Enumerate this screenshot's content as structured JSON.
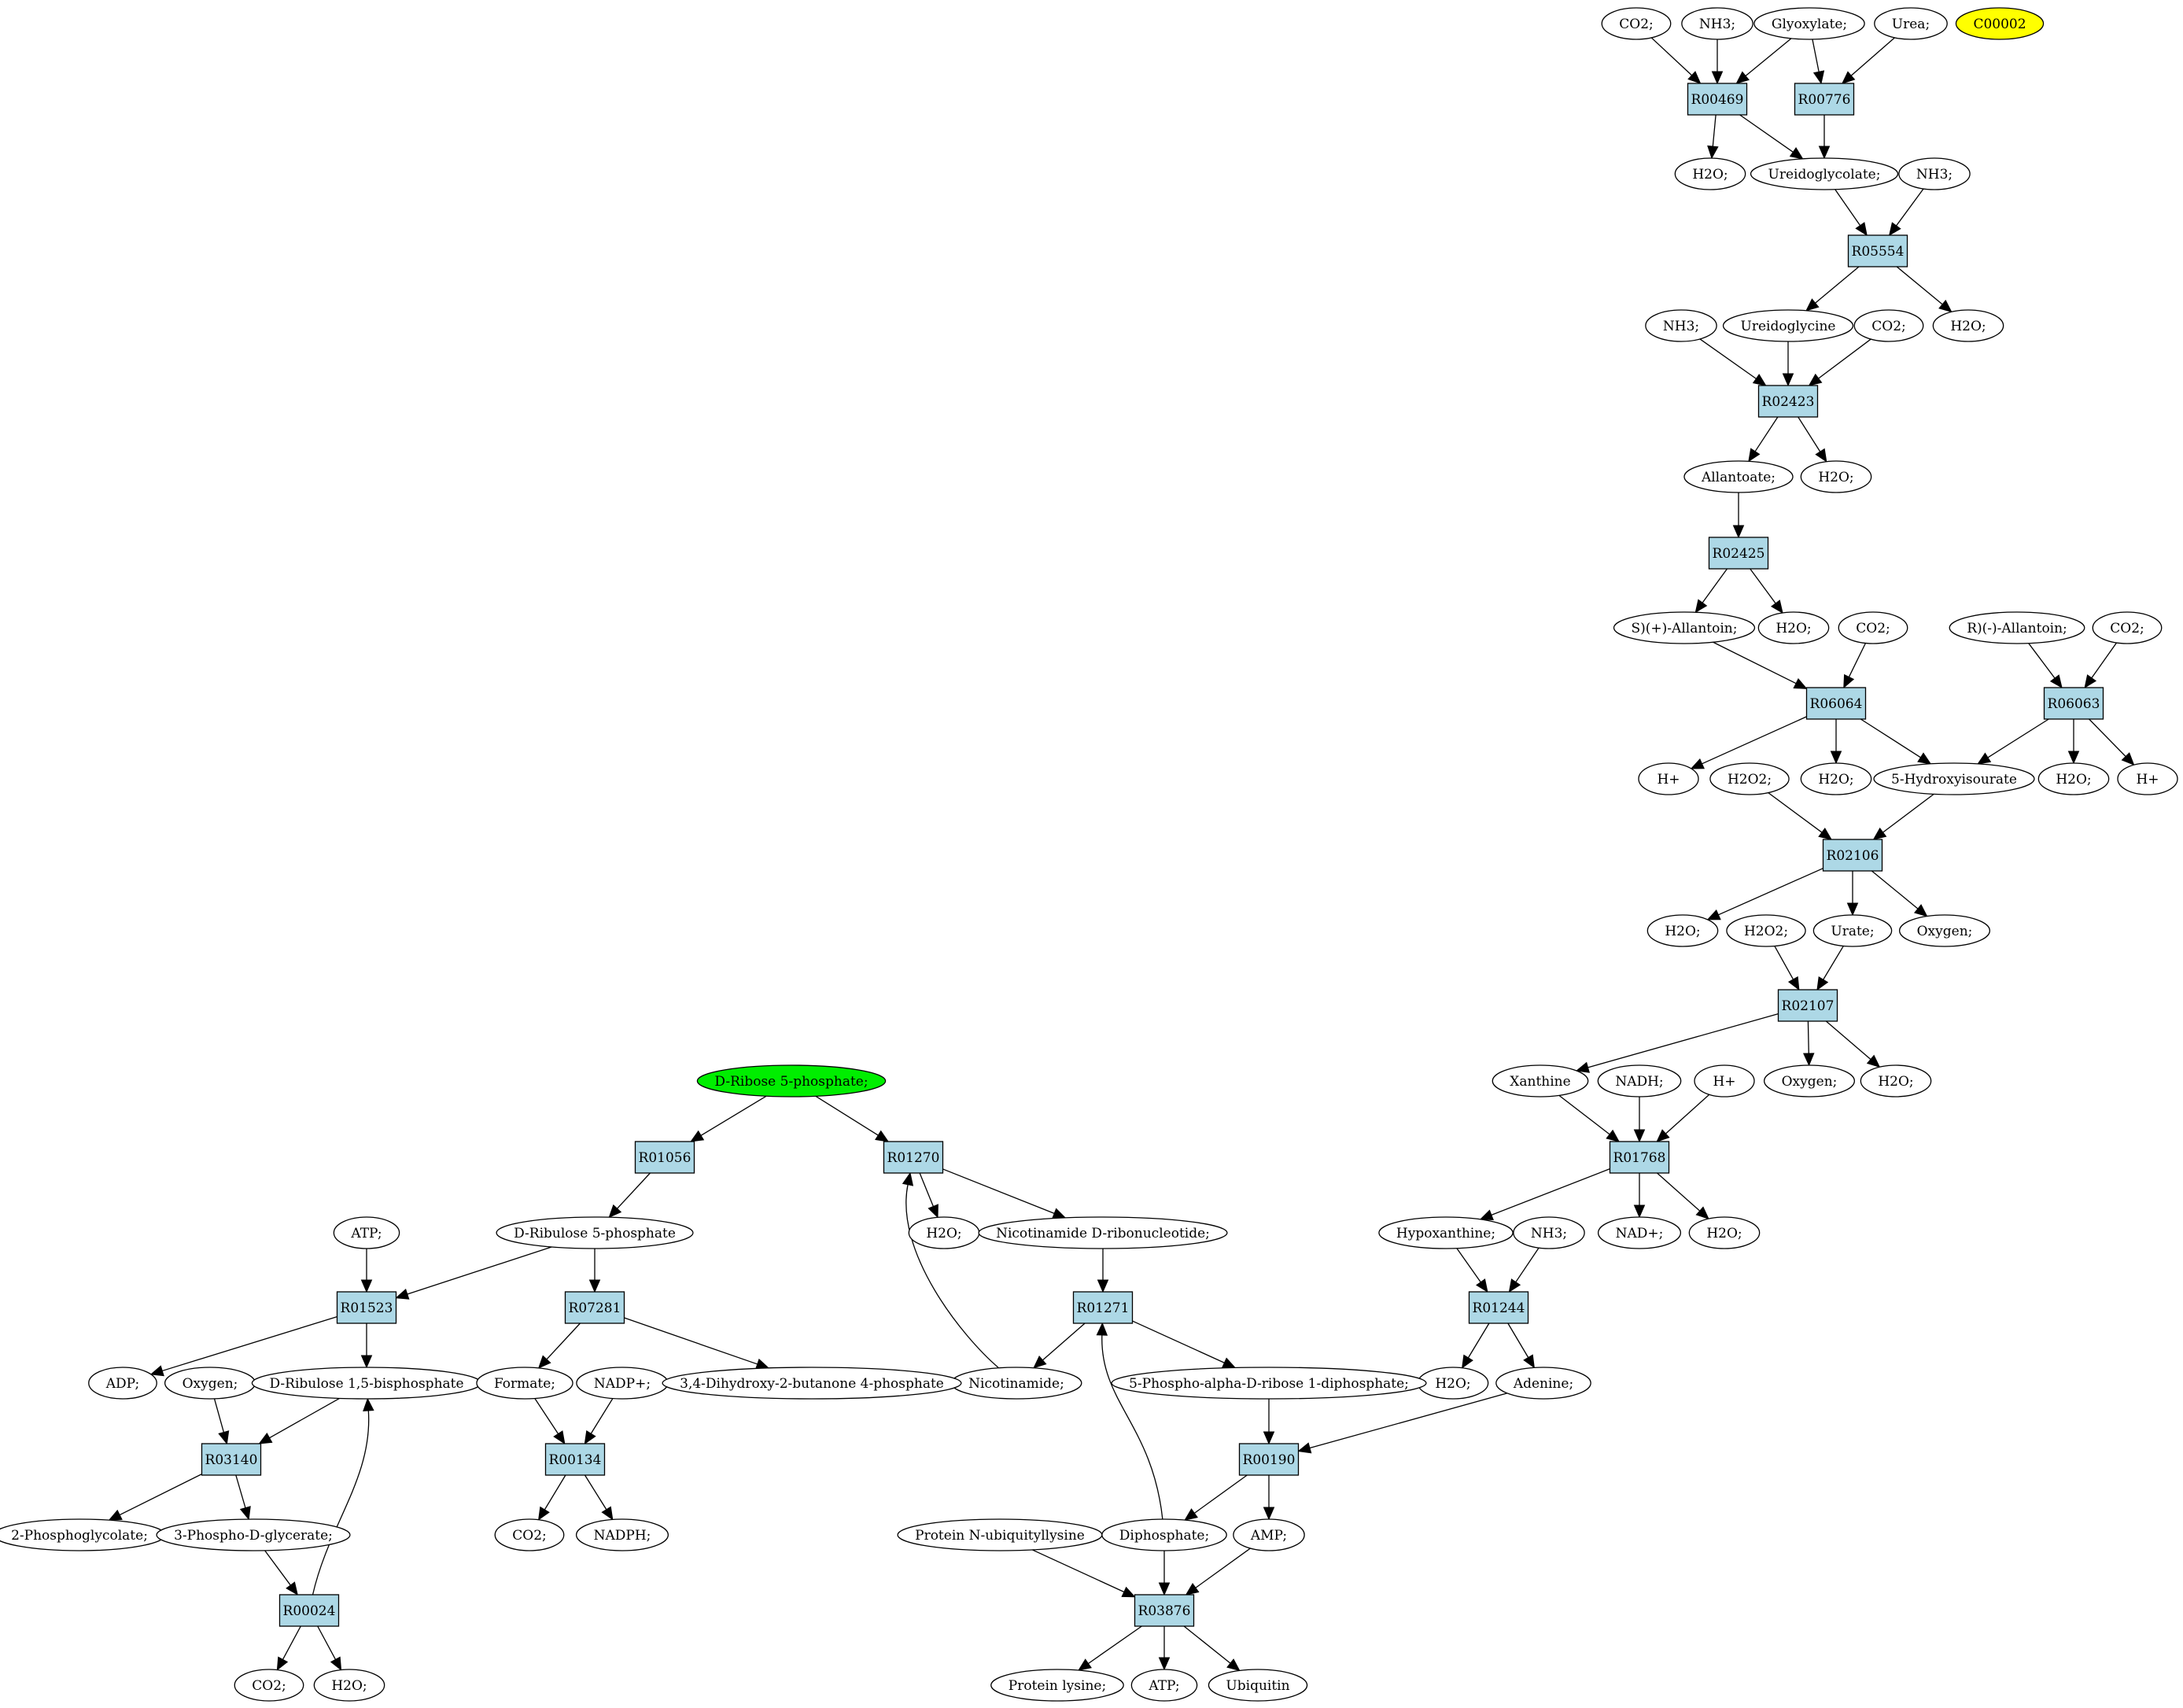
{
  "colors": {
    "reaction": "#add8e6",
    "compound": "#ffffff",
    "start": "#00ee00",
    "target": "#ffff00"
  },
  "reactions": [
    {
      "id": "R00469",
      "label": "R00469"
    },
    {
      "id": "R00776",
      "label": "R00776"
    },
    {
      "id": "R05554",
      "label": "R05554"
    },
    {
      "id": "R02423",
      "label": "R02423"
    },
    {
      "id": "R02425",
      "label": "R02425"
    },
    {
      "id": "R06064",
      "label": "R06064"
    },
    {
      "id": "R06063",
      "label": "R06063"
    },
    {
      "id": "R02106",
      "label": "R02106"
    },
    {
      "id": "R02107",
      "label": "R02107"
    },
    {
      "id": "R01768",
      "label": "R01768"
    },
    {
      "id": "R01244",
      "label": "R01244"
    },
    {
      "id": "R00190",
      "label": "R00190"
    },
    {
      "id": "R03876",
      "label": "R03876"
    },
    {
      "id": "R01271",
      "label": "R01271"
    },
    {
      "id": "R01270",
      "label": "R01270"
    },
    {
      "id": "R01056",
      "label": "R01056"
    },
    {
      "id": "R01523",
      "label": "R01523"
    },
    {
      "id": "R07281",
      "label": "R07281"
    },
    {
      "id": "R03140",
      "label": "R03140"
    },
    {
      "id": "R00134",
      "label": "R00134"
    },
    {
      "id": "R00024",
      "label": "R00024"
    }
  ],
  "compounds": [
    {
      "id": "co2_a",
      "label": "CO2;"
    },
    {
      "id": "nh3_a",
      "label": "NH3;"
    },
    {
      "id": "glyoxylate",
      "label": "Glyoxylate;"
    },
    {
      "id": "urea",
      "label": "Urea;"
    },
    {
      "id": "c00002",
      "label": "C00002",
      "role": "target"
    },
    {
      "id": "h2o_a",
      "label": "H2O;"
    },
    {
      "id": "ureidoglycolate",
      "label": "Ureidoglycolate;"
    },
    {
      "id": "nh3_b",
      "label": "NH3;"
    },
    {
      "id": "nh3_c",
      "label": "NH3;"
    },
    {
      "id": "ureidoglycine",
      "label": "Ureidoglycine"
    },
    {
      "id": "co2_b",
      "label": "CO2;"
    },
    {
      "id": "h2o_b",
      "label": "H2O;"
    },
    {
      "id": "allantoate",
      "label": "Allantoate;"
    },
    {
      "id": "h2o_c",
      "label": "H2O;"
    },
    {
      "id": "s_allantoin",
      "label": "S)(+)-Allantoin;"
    },
    {
      "id": "h2o_d",
      "label": "H2O;"
    },
    {
      "id": "co2_c",
      "label": "CO2;"
    },
    {
      "id": "r_allantoin",
      "label": "R)(-)-Allantoin;"
    },
    {
      "id": "co2_d",
      "label": "CO2;"
    },
    {
      "id": "hplus_a",
      "label": "H+"
    },
    {
      "id": "h2o2_a",
      "label": "H2O2;"
    },
    {
      "id": "h2o_e",
      "label": "H2O;"
    },
    {
      "id": "hydroxyisourate",
      "label": "5-Hydroxyisourate"
    },
    {
      "id": "h2o_f",
      "label": "H2O;"
    },
    {
      "id": "hplus_b",
      "label": "H+"
    },
    {
      "id": "h2o_g",
      "label": "H2O;"
    },
    {
      "id": "h2o2_b",
      "label": "H2O2;"
    },
    {
      "id": "urate",
      "label": "Urate;"
    },
    {
      "id": "oxygen_a",
      "label": "Oxygen;"
    },
    {
      "id": "xanthine",
      "label": "Xanthine"
    },
    {
      "id": "nadh",
      "label": "NADH;"
    },
    {
      "id": "hplus_c",
      "label": "H+"
    },
    {
      "id": "oxygen_b",
      "label": "Oxygen;"
    },
    {
      "id": "h2o_h",
      "label": "H2O;"
    },
    {
      "id": "hypoxanthine",
      "label": "Hypoxanthine;"
    },
    {
      "id": "nh3_d",
      "label": "NH3;"
    },
    {
      "id": "nadplus",
      "label": "NAD+;"
    },
    {
      "id": "h2o_i",
      "label": "H2O;"
    },
    {
      "id": "h2o_j",
      "label": "H2O;"
    },
    {
      "id": "adenine",
      "label": "Adenine;"
    },
    {
      "id": "ribose5p",
      "label": "D-Ribose 5-phosphate;",
      "role": "start"
    },
    {
      "id": "h2o_k",
      "label": "H2O;"
    },
    {
      "id": "nmn",
      "label": "Nicotinamide D-ribonucleotide;"
    },
    {
      "id": "ribulose5p",
      "label": "D-Ribulose 5-phosphate"
    },
    {
      "id": "atp_a",
      "label": "ATP;"
    },
    {
      "id": "nicotinamide",
      "label": "Nicotinamide;"
    },
    {
      "id": "prpp",
      "label": "5-Phospho-alpha-D-ribose 1-diphosphate;"
    },
    {
      "id": "adp",
      "label": "ADP;"
    },
    {
      "id": "oxygen_c",
      "label": "Oxygen;"
    },
    {
      "id": "rubp",
      "label": "D-Ribulose 1,5-bisphosphate"
    },
    {
      "id": "formate",
      "label": "Formate;"
    },
    {
      "id": "nadpplus",
      "label": "NADP+;"
    },
    {
      "id": "dhbp",
      "label": "3,4-Dihydroxy-2-butanone 4-phosphate"
    },
    {
      "id": "phosphoglycolate",
      "label": "2-Phosphoglycolate;"
    },
    {
      "id": "phosphoglycerate",
      "label": "3-Phospho-D-glycerate;"
    },
    {
      "id": "co2_e",
      "label": "CO2;"
    },
    {
      "id": "nadph",
      "label": "NADPH;"
    },
    {
      "id": "protein_nub",
      "label": "Protein N-ubiquityllysine"
    },
    {
      "id": "diphosphate",
      "label": "Diphosphate;"
    },
    {
      "id": "amp",
      "label": "AMP;"
    },
    {
      "id": "co2_f",
      "label": "CO2;"
    },
    {
      "id": "h2o_l",
      "label": "H2O;"
    },
    {
      "id": "protein_lysine",
      "label": "Protein lysine;"
    },
    {
      "id": "atp_b",
      "label": "ATP;"
    },
    {
      "id": "ubiquitin",
      "label": "Ubiquitin"
    }
  ],
  "edges": [
    [
      "co2_a",
      "R00469"
    ],
    [
      "nh3_a",
      "R00469"
    ],
    [
      "glyoxylate",
      "R00469"
    ],
    [
      "glyoxylate",
      "R00776"
    ],
    [
      "urea",
      "R00776"
    ],
    [
      "R00469",
      "h2o_a"
    ],
    [
      "R00469",
      "ureidoglycolate"
    ],
    [
      "R00776",
      "ureidoglycolate"
    ],
    [
      "ureidoglycolate",
      "R05554"
    ],
    [
      "nh3_b",
      "R05554"
    ],
    [
      "R05554",
      "ureidoglycine"
    ],
    [
      "R05554",
      "h2o_b"
    ],
    [
      "nh3_c",
      "R02423"
    ],
    [
      "ureidoglycine",
      "R02423"
    ],
    [
      "co2_b",
      "R02423"
    ],
    [
      "R02423",
      "allantoate"
    ],
    [
      "R02423",
      "h2o_c"
    ],
    [
      "allantoate",
      "R02425"
    ],
    [
      "R02425",
      "s_allantoin"
    ],
    [
      "R02425",
      "h2o_d"
    ],
    [
      "s_allantoin",
      "R06064"
    ],
    [
      "co2_c",
      "R06064"
    ],
    [
      "r_allantoin",
      "R06063"
    ],
    [
      "co2_d",
      "R06063"
    ],
    [
      "R06064",
      "hplus_a"
    ],
    [
      "R06064",
      "h2o_e"
    ],
    [
      "R06064",
      "hydroxyisourate"
    ],
    [
      "R06063",
      "hydroxyisourate"
    ],
    [
      "R06063",
      "h2o_f"
    ],
    [
      "R06063",
      "hplus_b"
    ],
    [
      "h2o2_a",
      "R02106"
    ],
    [
      "hydroxyisourate",
      "R02106"
    ],
    [
      "R02106",
      "h2o_g"
    ],
    [
      "R02106",
      "urate"
    ],
    [
      "R02106",
      "oxygen_a"
    ],
    [
      "h2o2_b",
      "R02107"
    ],
    [
      "urate",
      "R02107"
    ],
    [
      "R02107",
      "xanthine"
    ],
    [
      "R02107",
      "oxygen_b"
    ],
    [
      "R02107",
      "h2o_h"
    ],
    [
      "xanthine",
      "R01768"
    ],
    [
      "nadh",
      "R01768"
    ],
    [
      "hplus_c",
      "R01768"
    ],
    [
      "R01768",
      "hypoxanthine"
    ],
    [
      "R01768",
      "nadplus"
    ],
    [
      "R01768",
      "h2o_i"
    ],
    [
      "hypoxanthine",
      "R01244"
    ],
    [
      "nh3_d",
      "R01244"
    ],
    [
      "R01244",
      "h2o_j"
    ],
    [
      "R01244",
      "adenine"
    ],
    [
      "adenine",
      "R00190"
    ],
    [
      "prpp",
      "R00190"
    ],
    [
      "R00190",
      "diphosphate"
    ],
    [
      "R00190",
      "amp"
    ],
    [
      "protein_nub",
      "R03876"
    ],
    [
      "diphosphate",
      "R03876"
    ],
    [
      "amp",
      "R03876"
    ],
    [
      "R03876",
      "protein_lysine"
    ],
    [
      "R03876",
      "atp_b"
    ],
    [
      "R03876",
      "ubiquitin"
    ],
    [
      "diphosphate",
      "R01271",
      "curve"
    ],
    [
      "nmn",
      "R01271"
    ],
    [
      "R01271",
      "nicotinamide"
    ],
    [
      "R01271",
      "prpp"
    ],
    [
      "nicotinamide",
      "R01270",
      "curve"
    ],
    [
      "ribose5p",
      "R01270"
    ],
    [
      "ribose5p",
      "R01056"
    ],
    [
      "R01270",
      "h2o_k"
    ],
    [
      "R01270",
      "nmn"
    ],
    [
      "R01056",
      "ribulose5p"
    ],
    [
      "ribulose5p",
      "R01523"
    ],
    [
      "ribulose5p",
      "R07281"
    ],
    [
      "atp_a",
      "R01523"
    ],
    [
      "R01523",
      "adp"
    ],
    [
      "R01523",
      "rubp"
    ],
    [
      "R07281",
      "formate"
    ],
    [
      "R07281",
      "dhbp"
    ],
    [
      "oxygen_c",
      "R03140"
    ],
    [
      "rubp",
      "R03140"
    ],
    [
      "R03140",
      "phosphoglycolate"
    ],
    [
      "R03140",
      "phosphoglycerate"
    ],
    [
      "formate",
      "R00134"
    ],
    [
      "nadpplus",
      "R00134"
    ],
    [
      "R00134",
      "co2_e"
    ],
    [
      "R00134",
      "nadph"
    ],
    [
      "phosphoglycerate",
      "R00024"
    ],
    [
      "R00024",
      "co2_f"
    ],
    [
      "R00024",
      "h2o_l"
    ],
    [
      "R00024",
      "rubp",
      "curve"
    ]
  ]
}
